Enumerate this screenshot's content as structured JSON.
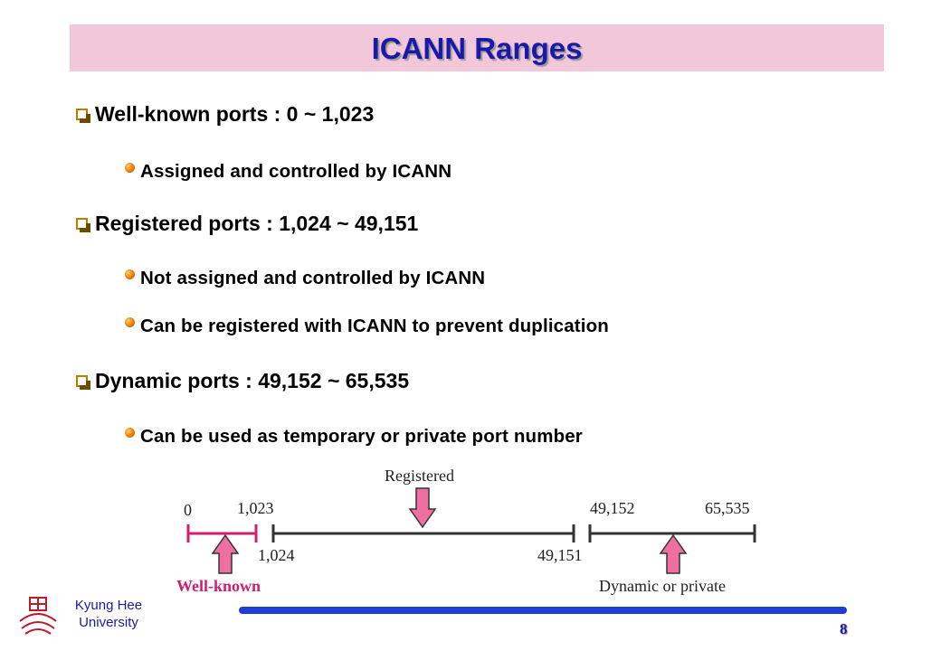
{
  "slide": {
    "title": "ICANN Ranges",
    "bullets": [
      {
        "text": "Well-known ports : 0 ~ 1,023"
      },
      {
        "text": "Assigned and controlled by ICANN"
      },
      {
        "text": "Registered ports : 1,024 ~ 49,151"
      },
      {
        "text": "Not assigned and controlled by ICANN"
      },
      {
        "text": "Can be registered with ICANN to prevent duplication"
      },
      {
        "text": "Dynamic ports : 49,152 ~ 65,535"
      },
      {
        "text": "Can be used as temporary or private port number"
      }
    ],
    "bullet_icons": [
      "square-bullet-icon",
      "orange-dot-icon"
    ],
    "diagram": {
      "tick_top": [
        "0",
        "1,023",
        "49,152",
        "65,535"
      ],
      "tick_bottom": [
        "1,024",
        "49,151"
      ],
      "labels": {
        "registered": "Registered",
        "well_known": "Well-known",
        "dynamic": "Dynamic or private"
      },
      "colors": {
        "well_known": "#d11f6b",
        "arrow": "#ef6fa3",
        "line": "#333333"
      }
    },
    "footer": {
      "university_line1": "Kyung Hee",
      "university_line2": "University",
      "page_number": "8"
    },
    "colors": {
      "title": "#1a1aa8",
      "title_band": "#f3c7da",
      "footer_bar": "#1e3fd4"
    }
  }
}
